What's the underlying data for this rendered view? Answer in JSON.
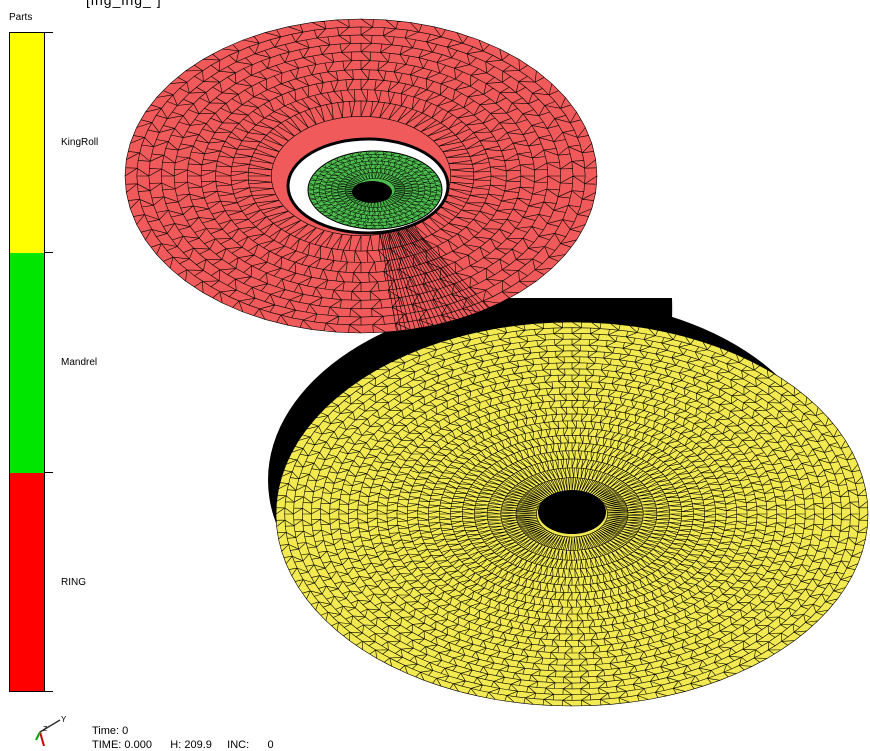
{
  "title_fragment": "[ing_ing_ ]",
  "legend": {
    "title": "Parts",
    "items": [
      {
        "label": "KingRoll",
        "color": "#ffff00"
      },
      {
        "label": "Mandrel",
        "color": "#00e600"
      },
      {
        "label": "RING",
        "color": "#ff0000"
      }
    ]
  },
  "parts": {
    "kingroll_color": "#f05a5a",
    "mandrel_color": "#4dbd4d",
    "ring_color": "#f2ea50",
    "mesh_color": "#000000"
  },
  "triad": {
    "y_label": "Y",
    "z_label": "Z"
  },
  "status": {
    "time_line": "Time: 0",
    "time_label": "TIME:",
    "time_value": "0.000",
    "h_label": "H:",
    "h_value": "209.9",
    "inc_label": "INC:",
    "inc_value": "0"
  }
}
